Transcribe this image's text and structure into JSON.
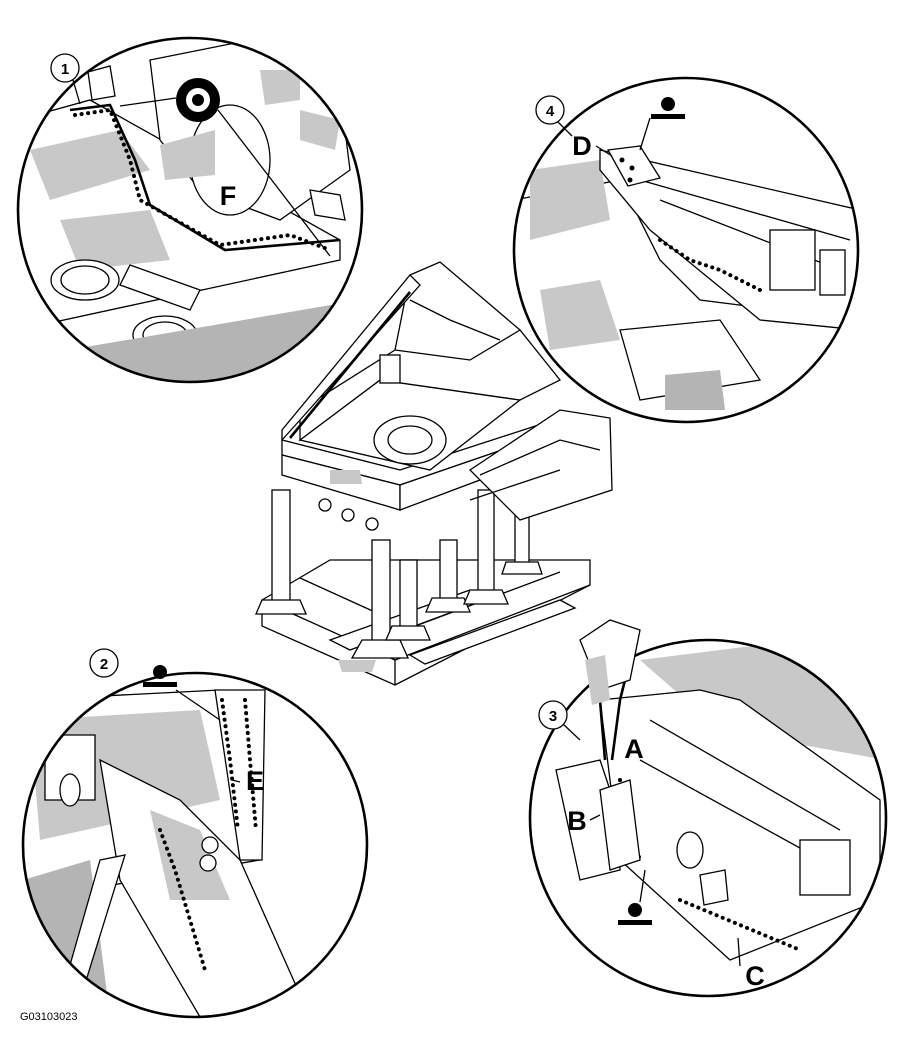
{
  "figure_id": "G03103023",
  "details": [
    {
      "number": "1",
      "letters": [
        "F"
      ],
      "weld_symbol": false
    },
    {
      "number": "2",
      "letters": [
        "E"
      ],
      "weld_symbol": true
    },
    {
      "number": "3",
      "letters": [
        "A",
        "B",
        "C"
      ],
      "weld_symbol": true
    },
    {
      "number": "4",
      "letters": [
        "D"
      ],
      "weld_symbol": true
    }
  ],
  "icons": {
    "weld_symbol": "spot-weld-symbol-icon",
    "drill": "spot-weld-drill-icon",
    "pliers": "welding-clamp-icon"
  }
}
